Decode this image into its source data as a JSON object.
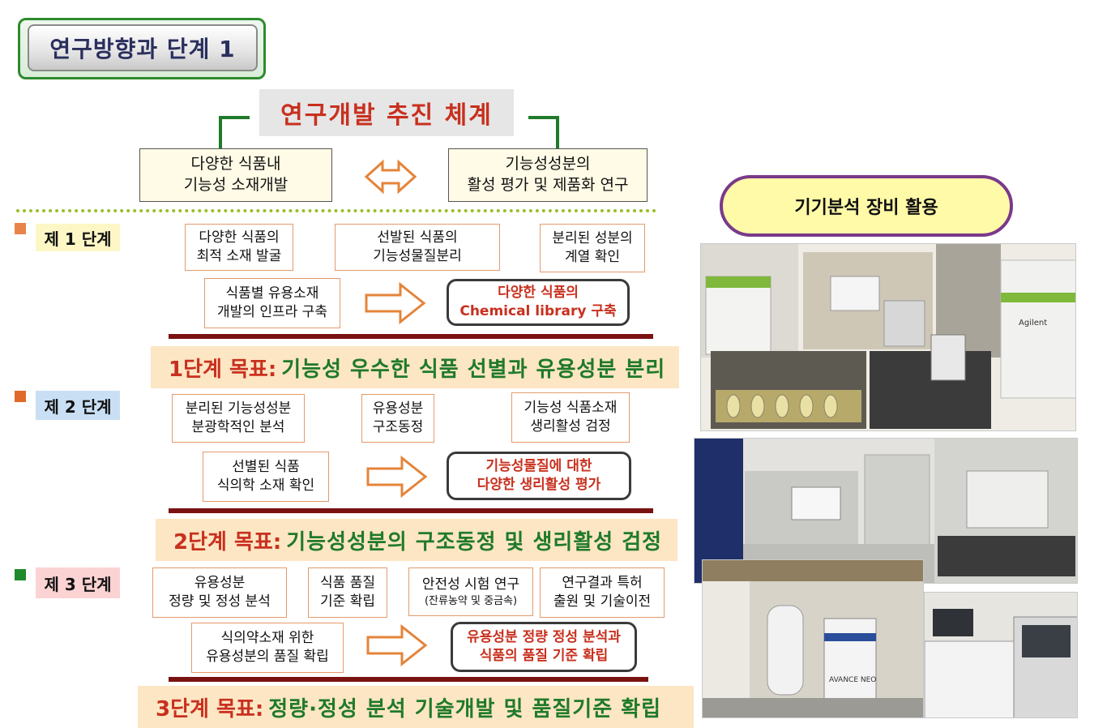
{
  "header": {
    "title": "연구방향과 단계 1",
    "system_title": "연구개발 추진 체계"
  },
  "top_boxes": {
    "left": "다양한 식품내\n기능성 소재개발",
    "right": "기능성성분의\n활성 평가 및 제품화 연구"
  },
  "stages": [
    {
      "label": "제 1 단계",
      "boxes": [
        "다양한 식품의\n최적 소재 발굴",
        "선발된 식품의\n기능성물질분리",
        "분리된 성분의\n계열 확인"
      ],
      "input_box": "식품별 유용소재\n개발의 인프라 구축",
      "result": "다양한 식품의\nChemical library 구축",
      "goal_prefix": "1단계 목표:",
      "goal_text": "기능성 우수한 식품 선별과 유용성분 분리"
    },
    {
      "label": "제 2 단계",
      "boxes": [
        "분리된 기능성성분\n분광학적인 분석",
        "유용성분\n구조동정",
        "기능성 식품소재\n생리활성 검정"
      ],
      "input_box": "선별된 식품\n식의학 소재 확인",
      "result": "기능성물질에 대한\n다양한 생리활성 평가",
      "goal_prefix": "2단계 목표:",
      "goal_text": "기능성성분의 구조동정 및 생리활성 검정"
    },
    {
      "label": "제 3 단계",
      "boxes": [
        "유용성분\n정량 및 정성 분석",
        "식품 품질\n기준 확립",
        "안전성 시험 연구",
        "연구결과 특허\n출원 및 기술이전"
      ],
      "box_note": "(잔류농약 및 중금속)",
      "input_box": "식의약소재 위한\n유용성분의 품질 확립",
      "result": "유용성분 정량 정성 분석과\n식품의 품질 기준 확립",
      "goal_prefix": "3단계 목표:",
      "goal_text": "정량·정성 분석 기술개발 및 품질기준 확립"
    }
  ],
  "equipment": {
    "title": "기기분석 장비 활용",
    "photo_1_brand": "Agilent",
    "photo_3_label": "AVANCE NEO"
  },
  "colors": {
    "accent_red": "#c8301e",
    "accent_green": "#1f7a2a",
    "stage1_bullet": "#e8844a",
    "stage2_bullet": "#e06a2a",
    "stage3_bullet": "#1e8a2a"
  }
}
